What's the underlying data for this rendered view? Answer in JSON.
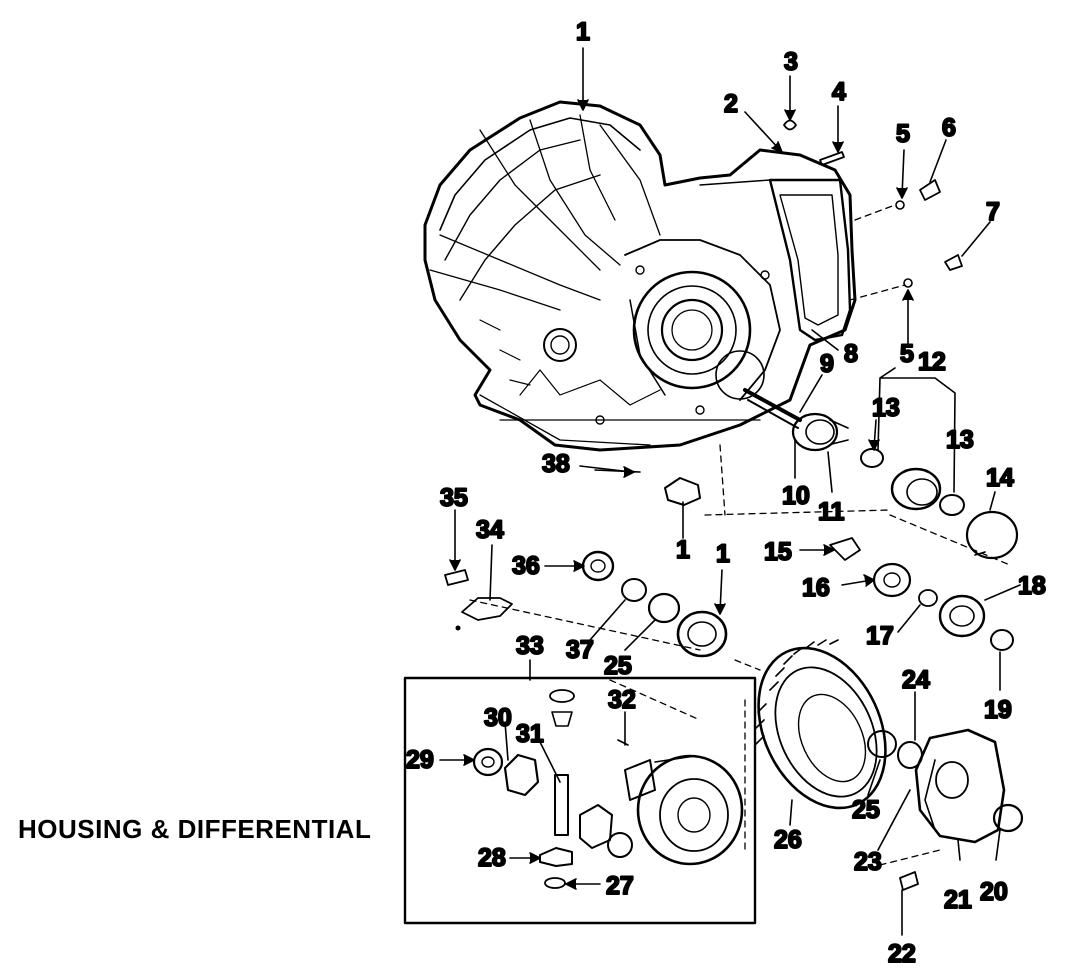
{
  "caption": "HOUSING & DIFFERENTIAL",
  "callouts": [
    {
      "id": "c1a",
      "text": "1"
    },
    {
      "id": "c2",
      "text": "2"
    },
    {
      "id": "c3",
      "text": "3"
    },
    {
      "id": "c4",
      "text": "4"
    },
    {
      "id": "c5a",
      "text": "5"
    },
    {
      "id": "c6",
      "text": "6"
    },
    {
      "id": "c7",
      "text": "7"
    },
    {
      "id": "c8",
      "text": "8"
    },
    {
      "id": "c5b",
      "text": "5"
    },
    {
      "id": "c9",
      "text": "9"
    },
    {
      "id": "c12",
      "text": "12"
    },
    {
      "id": "c13a",
      "text": "13"
    },
    {
      "id": "c13b",
      "text": "13"
    },
    {
      "id": "c14",
      "text": "14"
    },
    {
      "id": "c38",
      "text": "38"
    },
    {
      "id": "c10",
      "text": "10"
    },
    {
      "id": "c11",
      "text": "11"
    },
    {
      "id": "c35",
      "text": "35"
    },
    {
      "id": "c34",
      "text": "34"
    },
    {
      "id": "c1b",
      "text": "1"
    },
    {
      "id": "c36",
      "text": "36"
    },
    {
      "id": "c1c",
      "text": "1"
    },
    {
      "id": "c15",
      "text": "15"
    },
    {
      "id": "c16",
      "text": "16"
    },
    {
      "id": "c18",
      "text": "18"
    },
    {
      "id": "c17",
      "text": "17"
    },
    {
      "id": "c37",
      "text": "37"
    },
    {
      "id": "c25a",
      "text": "25"
    },
    {
      "id": "c33",
      "text": "33"
    },
    {
      "id": "c19",
      "text": "19"
    },
    {
      "id": "c32",
      "text": "32"
    },
    {
      "id": "c24",
      "text": "24"
    },
    {
      "id": "c30",
      "text": "30"
    },
    {
      "id": "c31",
      "text": "31"
    },
    {
      "id": "c29",
      "text": "29"
    },
    {
      "id": "c26",
      "text": "26"
    },
    {
      "id": "c25b",
      "text": "25"
    },
    {
      "id": "c23",
      "text": "23"
    },
    {
      "id": "c28",
      "text": "28"
    },
    {
      "id": "c27",
      "text": "27"
    },
    {
      "id": "c21",
      "text": "21"
    },
    {
      "id": "c20",
      "text": "20"
    },
    {
      "id": "c22",
      "text": "22"
    }
  ]
}
